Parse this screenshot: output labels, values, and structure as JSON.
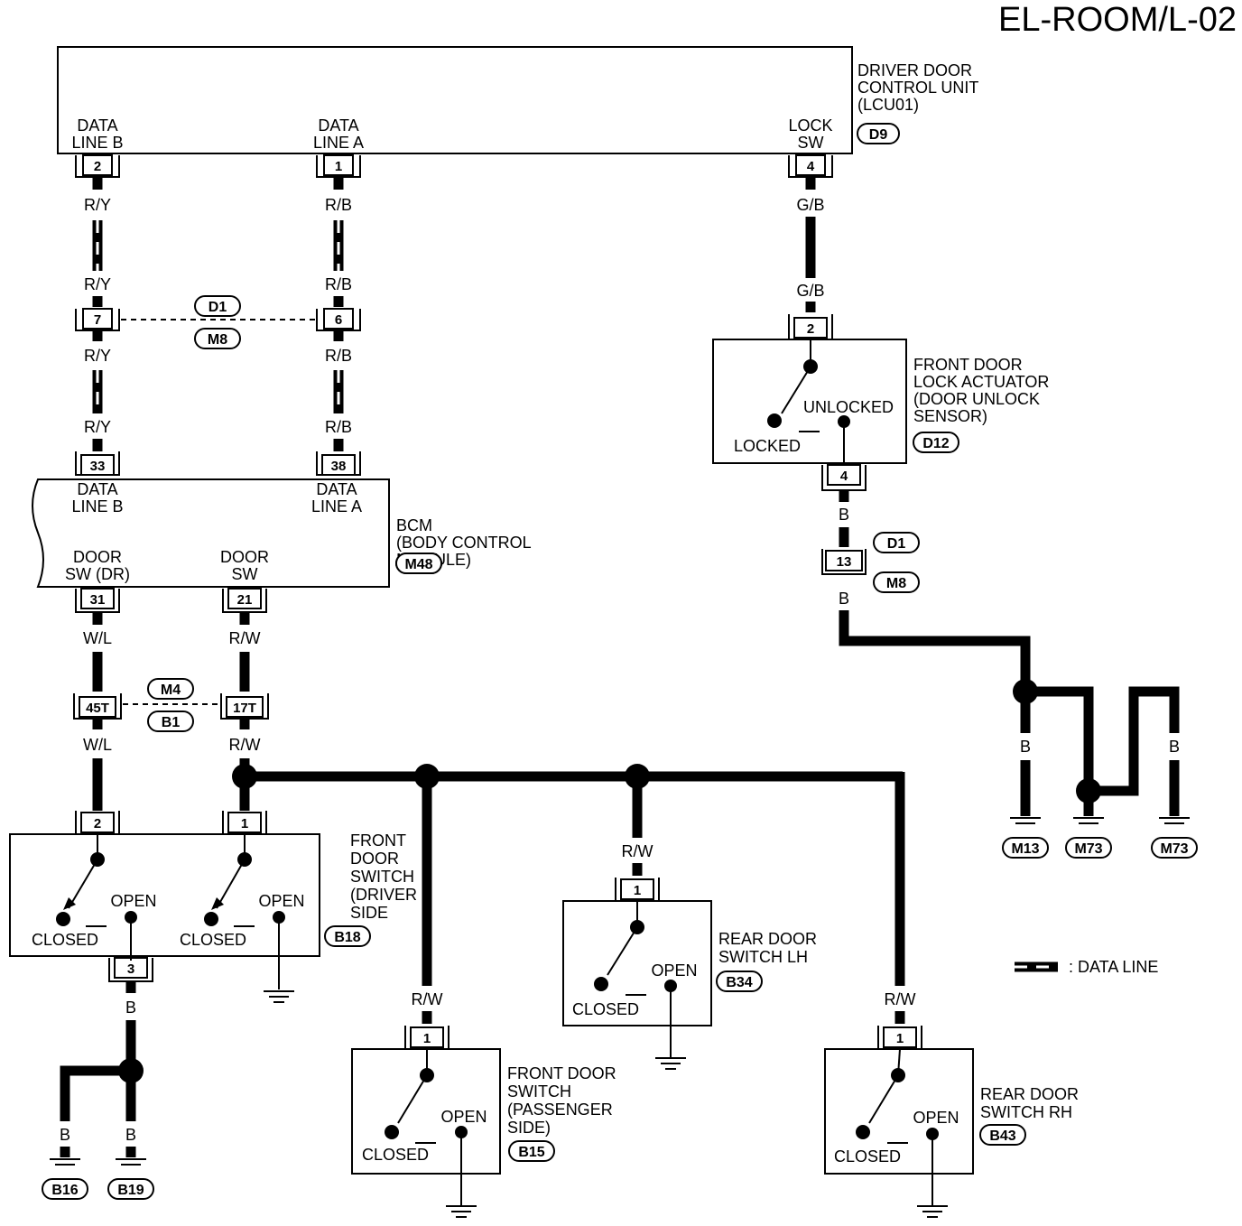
{
  "title": "EL-ROOM/L-02",
  "legend": {
    "label": ": DATA LINE"
  },
  "components": {
    "dcu": {
      "name": [
        "DRIVER DOOR",
        "CONTROL UNIT",
        "(LCU01)"
      ],
      "connector": "D9",
      "pins": {
        "data_b": {
          "label": [
            "DATA",
            "LINE B"
          ],
          "num": "2"
        },
        "data_a": {
          "label": [
            "DATA",
            "LINE A"
          ],
          "num": "1"
        },
        "lock_sw": {
          "label": [
            "LOCK",
            "SW"
          ],
          "num": "4"
        }
      }
    },
    "bcm": {
      "name": [
        "BCM",
        "(BODY CONTROL",
        "MODULE)"
      ],
      "connector": "M48",
      "pins": {
        "data_b": {
          "label": [
            "DATA",
            "LINE B"
          ],
          "num": "33"
        },
        "data_a": {
          "label": [
            "DATA",
            "LINE A"
          ],
          "num": "38"
        },
        "door_sw_dr": {
          "label": [
            "DOOR",
            "SW (DR)"
          ],
          "num": "31"
        },
        "door_sw": {
          "label": [
            "DOOR",
            "SW"
          ],
          "num": "21"
        }
      }
    },
    "actuator": {
      "name": [
        "FRONT DOOR",
        "LOCK ACTUATOR",
        "(DOOR UNLOCK",
        "SENSOR)"
      ],
      "connector": "D12",
      "pin_top": "2",
      "pin_bottom": "4",
      "unlocked": "UNLOCKED",
      "locked": "LOCKED"
    },
    "fds_driver": {
      "name": [
        "FRONT",
        "DOOR",
        "SWITCH",
        "(DRIVER",
        "SIDE"
      ],
      "connector": "B18",
      "pins": [
        "2",
        "1",
        "3"
      ],
      "closed": "CLOSED",
      "open": "OPEN"
    },
    "fds_pass": {
      "name": [
        "FRONT DOOR",
        "SWITCH",
        "(PASSENGER",
        "SIDE)"
      ],
      "connector": "B15",
      "pin": "1",
      "closed": "CLOSED",
      "open": "OPEN"
    },
    "rds_lh": {
      "name": [
        "REAR DOOR",
        "SWITCH LH"
      ],
      "connector": "B34",
      "pin": "1",
      "closed": "CLOSED",
      "open": "OPEN"
    },
    "rds_rh": {
      "name": [
        "REAR DOOR",
        "SWITCH RH"
      ],
      "connector": "B43",
      "pin": "1",
      "closed": "CLOSED",
      "open": "OPEN"
    }
  },
  "joints": {
    "d1_m8_a": {
      "pins": [
        "7",
        "6"
      ],
      "tags": [
        "D1",
        "M8"
      ]
    },
    "d1_m8_b": {
      "pin": "13",
      "tags": [
        "D1",
        "M8"
      ]
    },
    "m4_b1": {
      "pins": [
        "45T",
        "17T"
      ],
      "tags": [
        "M4",
        "B1"
      ]
    }
  },
  "wire_colors": {
    "ry": "R/Y",
    "rb": "R/B",
    "gb": "G/B",
    "wl": "W/L",
    "rw": "R/W",
    "b": "B"
  },
  "grounds": [
    "M13",
    "M73",
    "M73",
    "B16",
    "B19"
  ]
}
